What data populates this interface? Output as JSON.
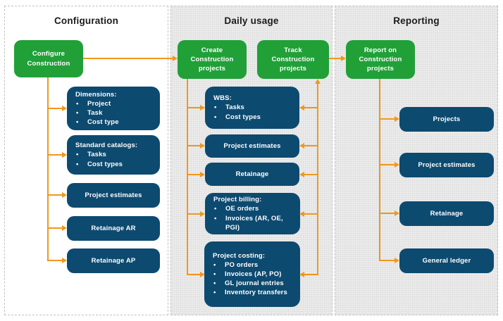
{
  "diagram": {
    "colors": {
      "green": "#21a038",
      "navy": "#0d4a70",
      "orange": "#f0971d"
    },
    "columns": [
      {
        "title": "Configuration",
        "green": [
          {
            "label": "Configure Construction"
          }
        ],
        "boxes": [
          {
            "title": "Dimensions:",
            "items": [
              "Project",
              "Task",
              "Cost type"
            ]
          },
          {
            "title": "Standard catalogs:",
            "items": [
              "Tasks",
              "Cost types"
            ]
          },
          {
            "label": "Project estimates"
          },
          {
            "label": "Retainage AR"
          },
          {
            "label": "Retainage AP"
          }
        ]
      },
      {
        "title": "Daily usage",
        "green": [
          {
            "label": "Create Construction projects"
          },
          {
            "label": "Track Construction projects"
          }
        ],
        "boxes": [
          {
            "title": "WBS:",
            "items": [
              "Tasks",
              "Cost types"
            ]
          },
          {
            "label": "Project estimates"
          },
          {
            "label": "Retainage"
          },
          {
            "title": "Project billing:",
            "items": [
              "OE orders",
              "Invoices (AR, OE, PGI)"
            ]
          },
          {
            "title": "Project costing:",
            "items": [
              "PO orders",
              "Invoices (AP, PO)",
              "GL journal entries",
              "Inventory transfers"
            ]
          }
        ]
      },
      {
        "title": "Reporting",
        "green": [
          {
            "label": "Report on Construction projects"
          }
        ],
        "boxes": [
          {
            "label": "Projects"
          },
          {
            "label": "Project estimates"
          },
          {
            "label": "Retainage"
          },
          {
            "label": "General ledger"
          }
        ]
      }
    ]
  }
}
